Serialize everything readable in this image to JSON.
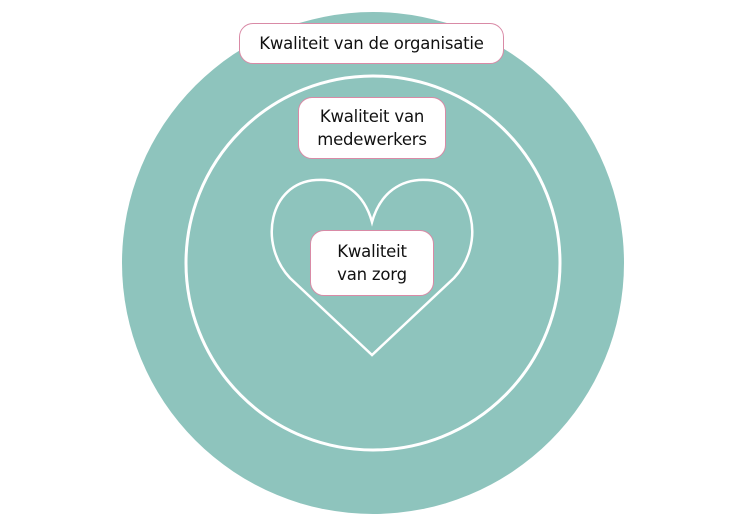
{
  "colors": {
    "circle_fill": "#8ec4bd",
    "line_white": "#ffffff",
    "label_border": "#d98aa6",
    "text": "#111111"
  },
  "labels": {
    "organisation": "Kwaliteit van de organisatie",
    "employees": "Kwaliteit van\nmedewerkers",
    "care": "Kwaliteit\nvan zorg"
  }
}
